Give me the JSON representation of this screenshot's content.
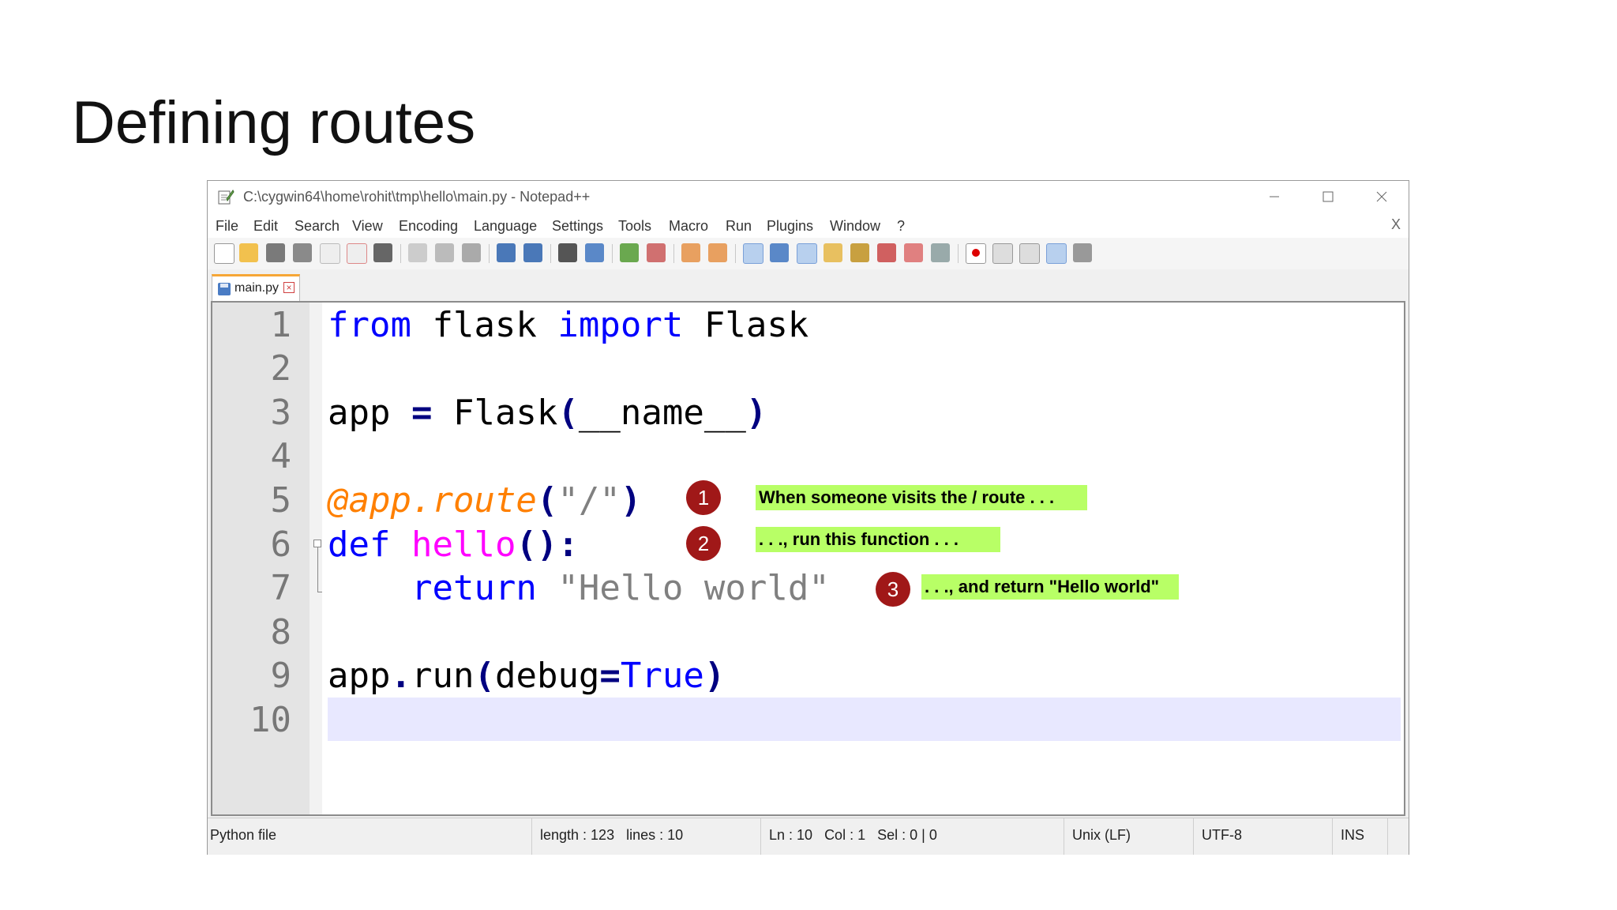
{
  "slide": {
    "title": "Defining routes"
  },
  "window": {
    "title": "C:\\cygwin64\\home\\rohit\\tmp\\hello\\main.py - Notepad++",
    "controls": {
      "minimize": "—",
      "maximize": "☐",
      "close": "✕"
    }
  },
  "menu": {
    "items": [
      "File",
      "Edit",
      "Search",
      "View",
      "Encoding",
      "Language",
      "Settings",
      "Tools",
      "Macro",
      "Run",
      "Plugins",
      "Window",
      "?"
    ],
    "close_doc": "X"
  },
  "toolbar": {
    "icons": [
      "new-file-icon",
      "open-file-icon",
      "save-icon",
      "save-all-icon",
      "close-icon",
      "close-all-icon",
      "print-icon",
      "cut-icon",
      "copy-icon",
      "paste-icon",
      "undo-icon",
      "redo-icon",
      "find-icon",
      "replace-icon",
      "zoom-in-icon",
      "zoom-out-icon",
      "sync-vertical-icon",
      "sync-horizontal-icon",
      "word-wrap-icon",
      "show-all-chars-icon",
      "indent-guide-icon",
      "udl-icon",
      "doc-map-icon",
      "function-list-icon",
      "folder-workspace-icon",
      "monitoring-icon",
      "record-macro-icon",
      "stop-macro-icon",
      "play-macro-icon",
      "run-macro-multiple-icon",
      "save-macro-icon"
    ]
  },
  "tab": {
    "label": "main.py",
    "close": "×"
  },
  "editor": {
    "line_numbers": [
      "1",
      "2",
      "3",
      "4",
      "5",
      "6",
      "7",
      "8",
      "9",
      "10"
    ],
    "lines": {
      "l1": {
        "kw1": "from",
        "t1": " flask ",
        "kw2": "import",
        "t2": " Flask"
      },
      "l3": {
        "t1": "app ",
        "op1": "=",
        "t2": " Flask",
        "op2": "(",
        "t3": "__name__",
        "op3": ")"
      },
      "l5": {
        "dec": "@app.route",
        "op1": "(",
        "str": "\"/\"",
        "op2": ")"
      },
      "l6": {
        "kw": "def",
        "sp": " ",
        "fn": "hello",
        "op": "():"
      },
      "l7": {
        "indent": "    ",
        "kw": "return",
        "sp": " ",
        "str": "\"Hello world\""
      },
      "l9": {
        "t1": "app",
        "op1": ".",
        "t2": "run",
        "op2": "(",
        "t3": "debug",
        "op3": "=",
        "kw": "True",
        "op4": ")"
      }
    }
  },
  "annotations": [
    {
      "number": "1",
      "text": "When someone visits the / route . . ."
    },
    {
      "number": "2",
      "text": ". . ., run this function . . ."
    },
    {
      "number": "3",
      "text": ". . ., and return \"Hello world\""
    }
  ],
  "status": {
    "file_type": "Python file",
    "length": "length : 123",
    "lines": "lines : 10",
    "ln": "Ln : 10",
    "col": "Col : 1",
    "sel": "Sel : 0 | 0",
    "eol": "Unix (LF)",
    "encoding": "UTF-8",
    "mode": "INS"
  },
  "colors": {
    "keyword": "#0000ff",
    "function": "#ff00ff",
    "string": "#808080",
    "decorator": "#ff8000",
    "annotation_bg": "#b8ff66",
    "badge": "#a01818",
    "current_line": "#e8e8ff"
  }
}
